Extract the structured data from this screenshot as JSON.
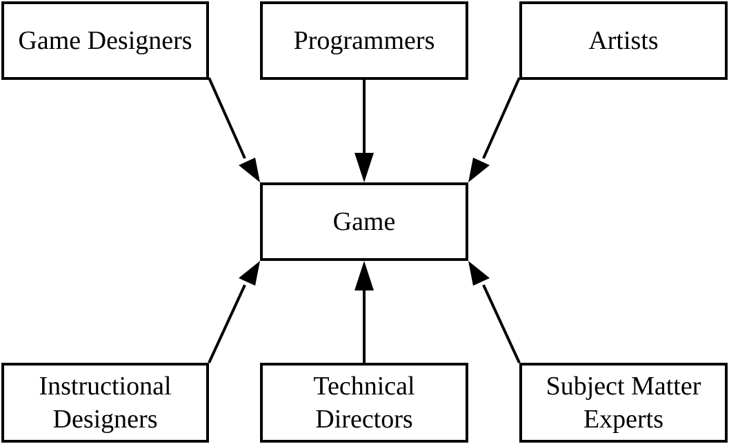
{
  "diagram": {
    "nodes": {
      "game_designers": "Game Designers",
      "programmers": "Programmers",
      "artists": "Artists",
      "game": "Game",
      "instructional_designers": "Instructional\nDesigners",
      "technical_directors": "Technical\nDirectors",
      "subject_matter_experts": "Subject Matter\nExperts"
    },
    "edges": [
      {
        "from": "game_designers",
        "to": "game"
      },
      {
        "from": "programmers",
        "to": "game"
      },
      {
        "from": "artists",
        "to": "game"
      },
      {
        "from": "instructional_designers",
        "to": "game"
      },
      {
        "from": "technical_directors",
        "to": "game"
      },
      {
        "from": "subject_matter_experts",
        "to": "game"
      }
    ],
    "colors": {
      "stroke": "#000000",
      "background": "#ffffff"
    }
  }
}
